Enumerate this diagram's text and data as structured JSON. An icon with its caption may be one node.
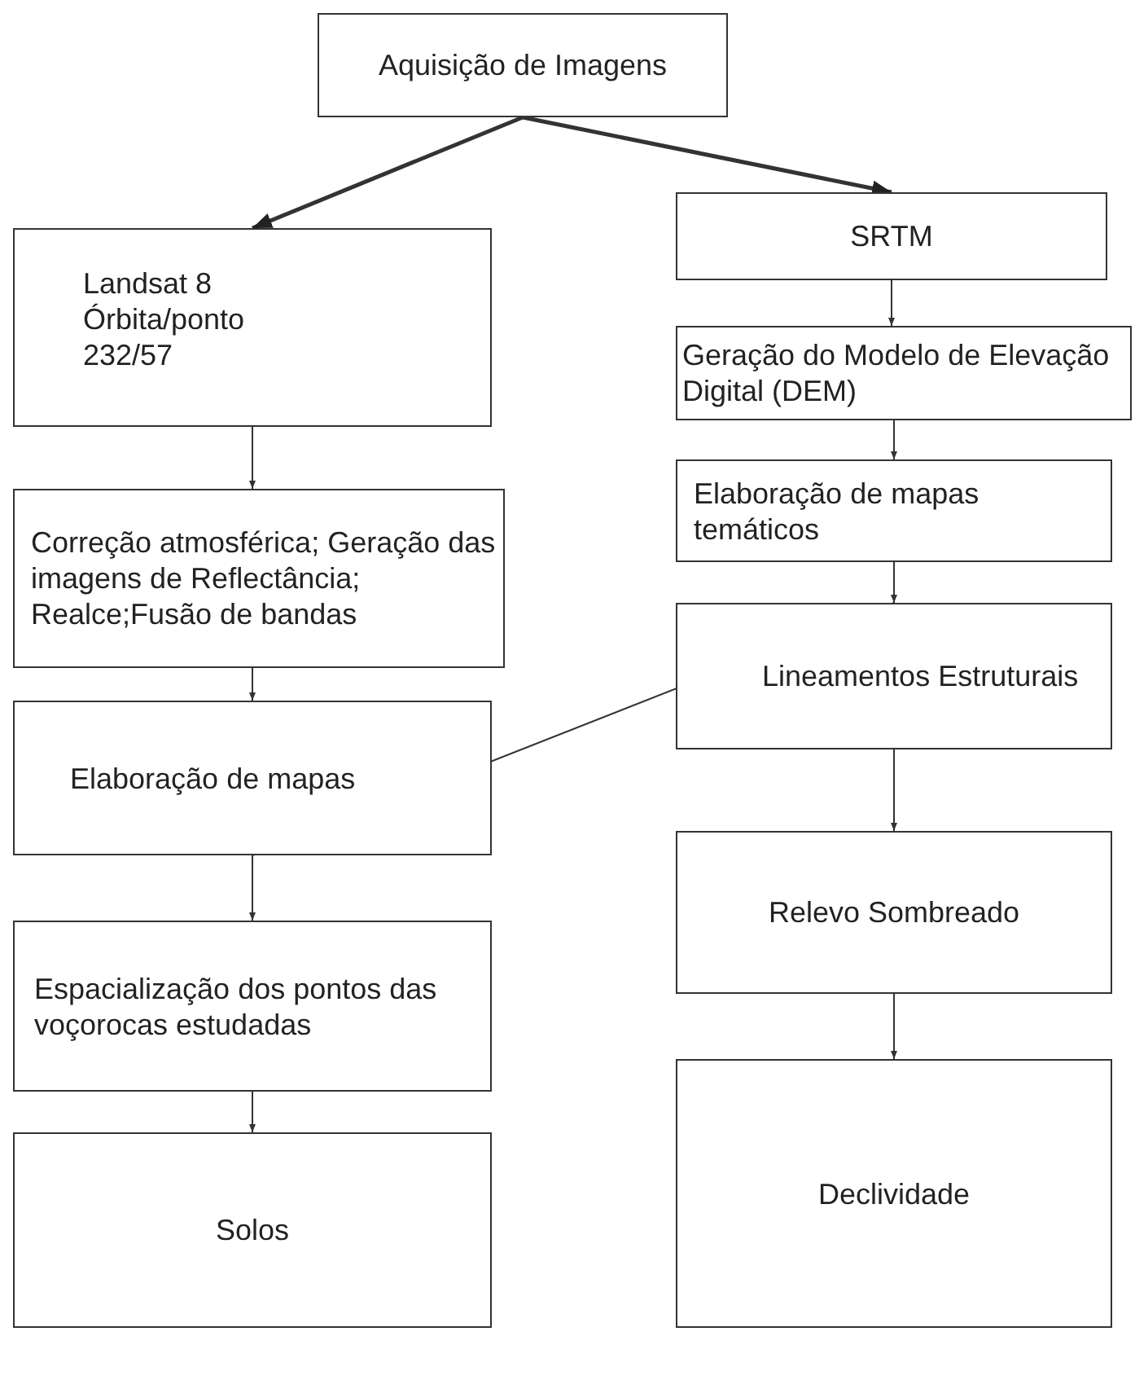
{
  "diagram": {
    "nodes": [
      {
        "text": [
          "Aquisição de Imagens"
        ]
      },
      {
        "text": [
          "Landsat 8",
          "Órbita/ponto",
          "232/57"
        ]
      },
      {
        "text": [
          "SRTM"
        ]
      },
      {
        "text": [
          "Geração do Modelo de Elevação Digital (DEM)"
        ]
      },
      {
        "text": [
          "Correção atmosférica; Geração das imagens de Reflectância; Realce;Fusão de bandas"
        ]
      },
      {
        "text": [
          "Elaboração de mapas temáticos"
        ]
      },
      {
        "text": [
          "Elaboração de mapas"
        ]
      },
      {
        "text": [
          "Lineamentos Estruturais"
        ]
      },
      {
        "text": [
          "Espacialização dos pontos das voçorocas estudadas"
        ]
      },
      {
        "text": [
          "Relevo Sombreado"
        ]
      },
      {
        "text": [
          "Solos"
        ]
      },
      {
        "text": [
          "Declividade"
        ]
      }
    ],
    "edges": [
      {
        "from": 0,
        "to": 1,
        "arrow": "to",
        "style": "thick"
      },
      {
        "from": 0,
        "to": 2,
        "arrow": "to",
        "style": "thick"
      },
      {
        "from": 1,
        "to": 4,
        "arrow": "to"
      },
      {
        "from": 2,
        "to": 3,
        "arrow": "to"
      },
      {
        "from": 3,
        "to": 5,
        "arrow": "to"
      },
      {
        "from": 4,
        "to": 6,
        "arrow": "to"
      },
      {
        "from": 5,
        "to": 7,
        "arrow": "to"
      },
      {
        "from": 6,
        "to": 7,
        "arrow": "to"
      },
      {
        "from": 6,
        "to": 8,
        "arrow": "to"
      },
      {
        "from": 7,
        "to": 9,
        "arrow": "to"
      },
      {
        "from": 8,
        "to": 10,
        "arrow": "to"
      },
      {
        "from": 9,
        "to": 11,
        "arrow": "to"
      }
    ]
  }
}
